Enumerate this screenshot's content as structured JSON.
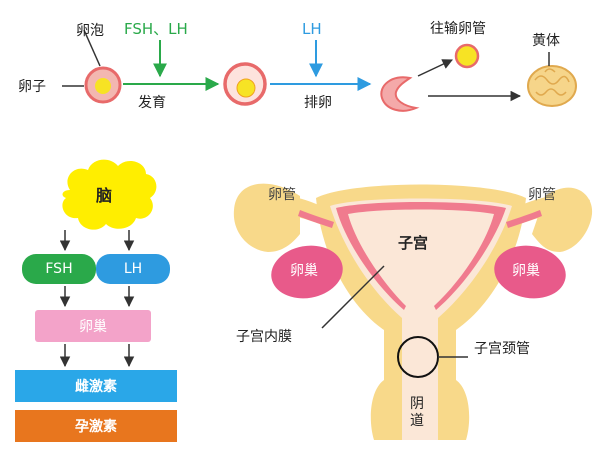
{
  "process": {
    "follicle": "卵泡",
    "egg": "卵子",
    "hormones_top": "FSH、LH",
    "development": "发育",
    "lh": "LH",
    "ovulation": "排卵",
    "fallopian_tube": "往输卵管",
    "corpus_luteum": "黄体"
  },
  "flow": {
    "brain": "脑",
    "fsh": "FSH",
    "lh": "LH",
    "ovary": "卵巢",
    "estrogen": "雌激素",
    "progesterone": "孕激素"
  },
  "anatomy": {
    "tube_left": "卵管",
    "tube_right": "卵管",
    "uterus": "子宫",
    "ovary_left": "卵巢",
    "ovary_right": "卵巢",
    "endometrium": "子宫内膜",
    "cervical_canal": "子宫颈管",
    "vagina": "阴道"
  },
  "colors": {
    "green": "#2aa94a",
    "blue": "#2e9be0",
    "pink": "#e85a8a",
    "cream": "#f8d98a",
    "estrogen": "#2aa7e8",
    "progesterone": "#e8761e",
    "brain": "#ffee00",
    "ovary_box": "#f3a3c9"
  }
}
